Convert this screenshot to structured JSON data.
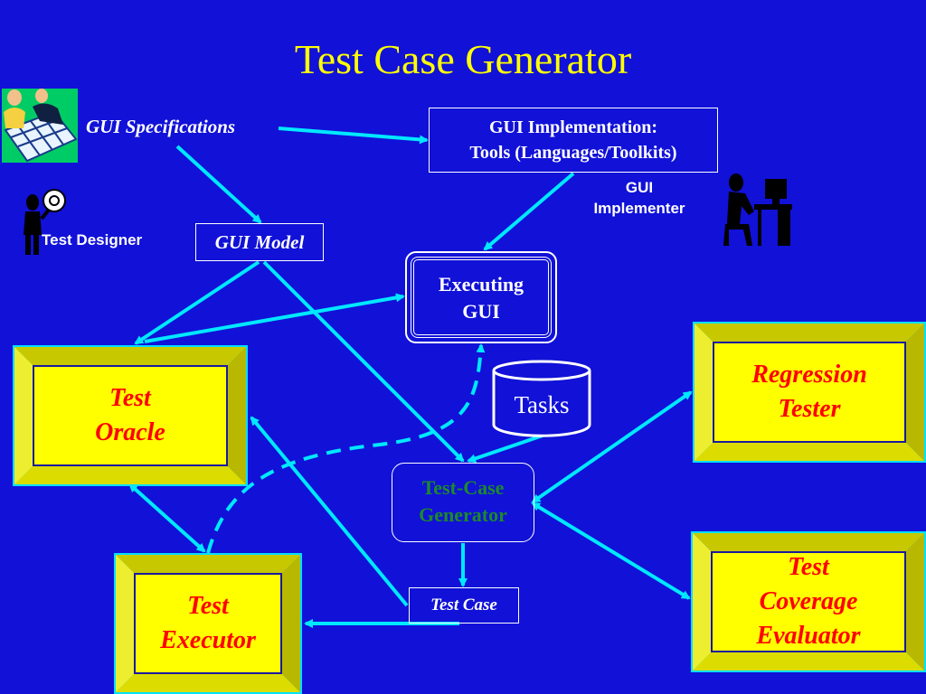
{
  "title": "Test Case Generator",
  "labels": {
    "gui_specifications": "GUI Specifications",
    "test_designer": "Test Designer",
    "gui_implementer_line1": "GUI",
    "gui_implementer_line2": "Implementer"
  },
  "boxes": {
    "gui_implementation_line1": "GUI Implementation:",
    "gui_implementation_line2": "Tools (Languages/Toolkits)",
    "gui_model": "GUI Model",
    "executing_gui_line1": "Executing",
    "executing_gui_line2": "GUI",
    "tasks": "Tasks",
    "test_case_generator_line1": "Test-Case",
    "test_case_generator_line2": "Generator",
    "test_case": "Test Case",
    "test_oracle": [
      "Test",
      "Oracle"
    ],
    "test_executor": [
      "Test",
      "Executor"
    ],
    "regression_tester": [
      "Regression",
      "Tester"
    ],
    "test_coverage_evaluator": [
      "Test",
      "Coverage",
      "Evaluator"
    ]
  },
  "colors": {
    "background": "#1111D8",
    "title": "#FFFF00",
    "arrow": "#00E8FF",
    "box_face": "#FFFF00",
    "box_text": "#FF0000",
    "generator_text": "#1C8A2A"
  },
  "icons": [
    "team-planning-clipart-icon",
    "test-designer-clipart-icon",
    "computer-user-silhouette-icon"
  ]
}
